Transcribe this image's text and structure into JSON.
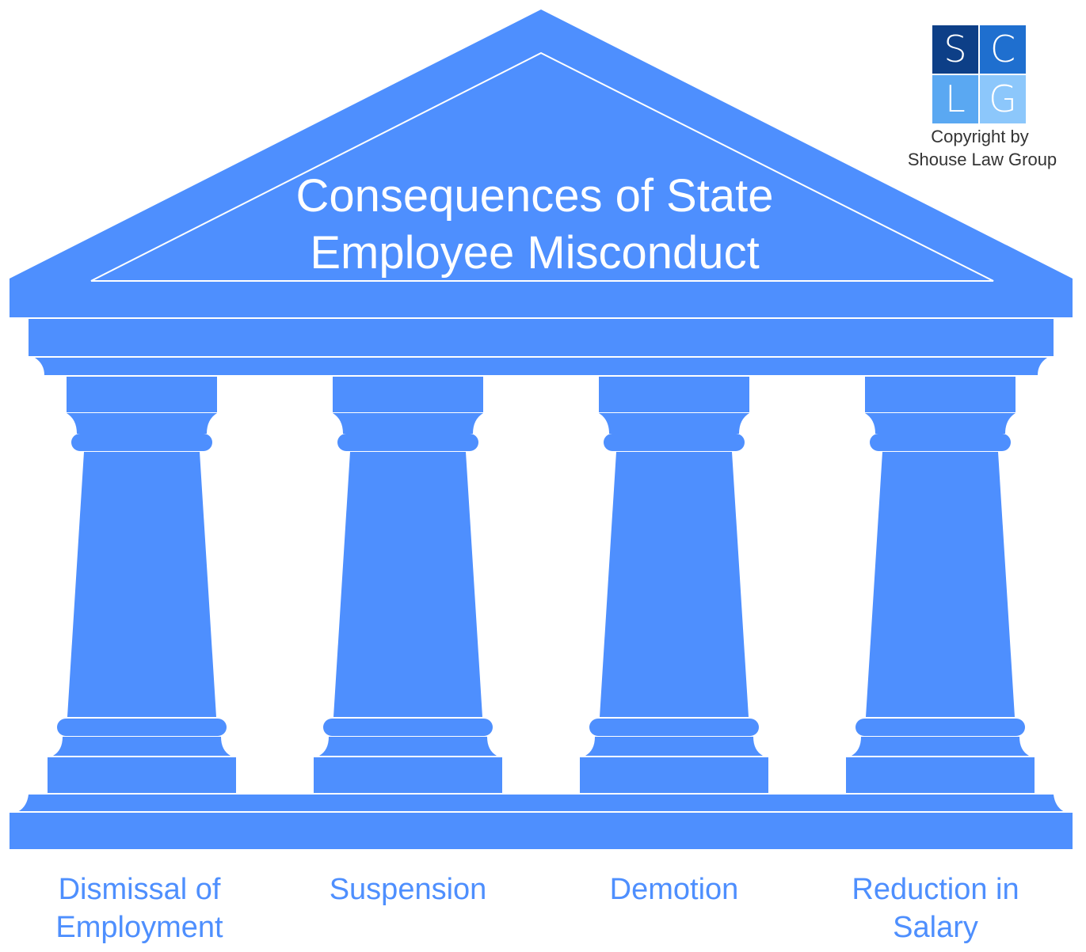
{
  "diagram": {
    "title_lines": [
      "Consequences of State",
      "Employee Misconduct"
    ],
    "pillars": [
      {
        "label_lines": [
          "Dismissal of",
          "Employment"
        ]
      },
      {
        "label_lines": [
          "Suspension"
        ]
      },
      {
        "label_lines": [
          "Demotion"
        ]
      },
      {
        "label_lines": [
          "Reduction in",
          "Salary"
        ]
      }
    ],
    "colors": {
      "temple_fill": "#4e8ffe",
      "outline": "#ffffff",
      "label_text": "#4e8ffe",
      "title_text": "#ffffff"
    }
  },
  "logo": {
    "letters": [
      "S",
      "C",
      "L",
      "G"
    ],
    "colors": [
      "#0d3f87",
      "#1f6fcf",
      "#5aa8f2",
      "#8cc7fb"
    ],
    "copyright_lines": [
      "Copyright by",
      "Shouse Law Group"
    ]
  }
}
